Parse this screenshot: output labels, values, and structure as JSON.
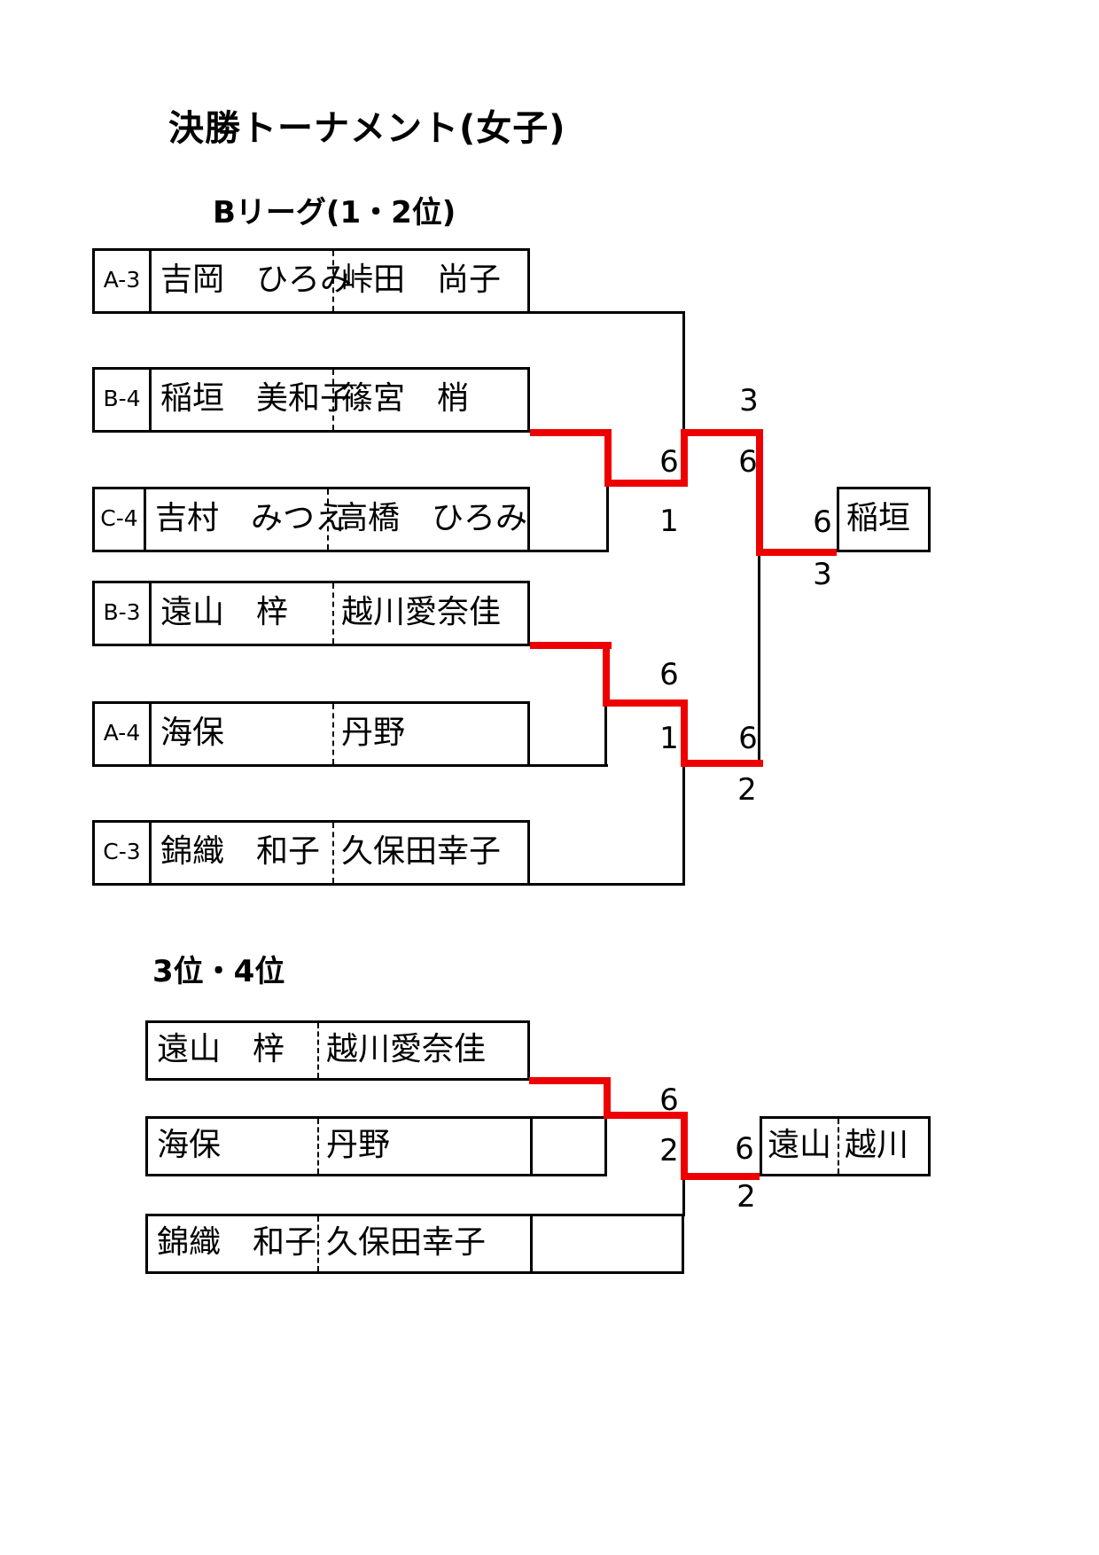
{
  "titles": {
    "main": "決勝トーナメント(女子)",
    "league": "Bリーグ(1・2位)",
    "consolation": "3位・4位"
  },
  "colors": {
    "line": "#000000",
    "winner_path": "#ee0000",
    "background": "#ffffff"
  },
  "main_bracket": {
    "entries": [
      {
        "seed": "A-3",
        "player1": "吉岡　ひろみ",
        "player2": "峠田　尚子"
      },
      {
        "seed": "B-4",
        "player1": "稲垣　美和子",
        "player2": "篠宮　梢"
      },
      {
        "seed": "C-4",
        "player1": "吉村　みつえ",
        "player2": "高橋　ひろみ"
      },
      {
        "seed": "B-3",
        "player1": "遠山　梓",
        "player2": "越川愛奈佳"
      },
      {
        "seed": "A-4",
        "player1": "海保",
        "player2": "丹野"
      },
      {
        "seed": "C-3",
        "player1": "錦織　和子",
        "player2": "久保田幸子"
      }
    ],
    "scores": {
      "semifinal1_top": "3",
      "round1_top_winner": "6",
      "round1_top_loser": "1",
      "semifinal1_bottom": "6",
      "round1_bottom_winner": "6",
      "round1_bottom_loser": "1",
      "semifinal2_top": "6",
      "semifinal2_bottom": "2",
      "final_winner": "6",
      "final_loser": "3"
    },
    "champion": "稲垣"
  },
  "consolation_bracket": {
    "entries": [
      {
        "player1": "遠山　梓",
        "player2": "越川愛奈佳"
      },
      {
        "player1": "海保",
        "player2": "丹野"
      },
      {
        "player1": "錦織　和子",
        "player2": "久保田幸子"
      }
    ],
    "scores": {
      "match1_winner": "6",
      "match1_loser": "2",
      "final_winner": "6",
      "final_loser": "2"
    },
    "winner": {
      "player1": "遠山",
      "player2": "越川"
    }
  }
}
